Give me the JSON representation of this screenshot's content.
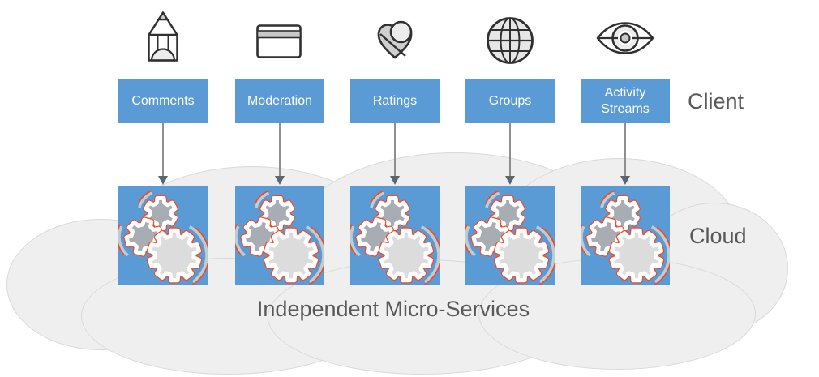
{
  "diagram": {
    "caption": "Independent Micro-Services",
    "zones": {
      "client": "Client",
      "cloud": "Cloud"
    },
    "services": [
      {
        "label": "Comments",
        "icon": "pencil-icon"
      },
      {
        "label": "Moderation",
        "icon": "credit-card-icon"
      },
      {
        "label": "Ratings",
        "icon": "heart-icon"
      },
      {
        "label": "Groups",
        "icon": "globe-icon"
      },
      {
        "label": "Activity Streams",
        "icon": "eye-icon"
      }
    ],
    "colors": {
      "service_blue": "#5b9bd5",
      "zone_text": "#595959",
      "cloud_fill": "#efefef",
      "cloud_stroke": "#d9d9d9",
      "arrow": "#8f8f8f",
      "arrow_head": "#5b6770",
      "gear_medium": "#a7adb2",
      "gear_light": "#dcdcdc",
      "gear_rim": "#ffffff",
      "gear_edge_red": "#ee4b28",
      "rotation_arc": "#bfccd0"
    }
  }
}
